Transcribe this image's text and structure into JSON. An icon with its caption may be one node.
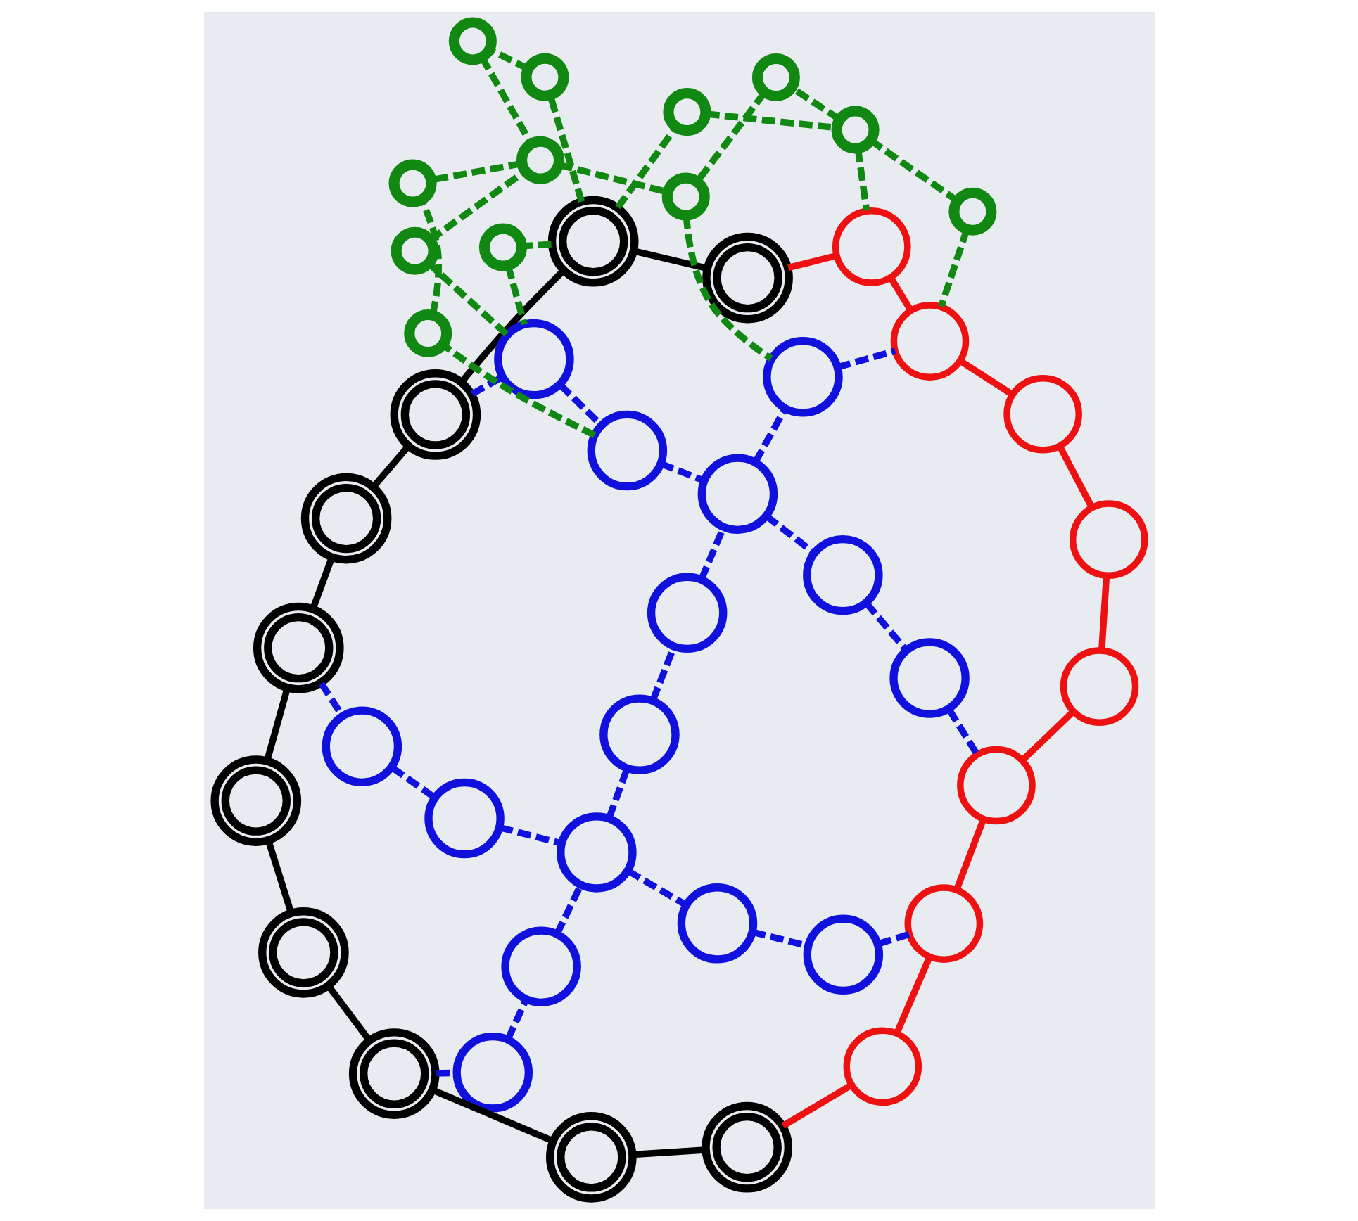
{
  "diagram": {
    "nodes": [
      {
        "text": [],
        "shape": "circle"
      },
      {
        "text": [],
        "shape": "circle"
      },
      {
        "text": [],
        "shape": "circle"
      },
      {
        "text": [],
        "shape": "circle"
      },
      {
        "text": [],
        "shape": "circle"
      },
      {
        "text": [],
        "shape": "circle"
      },
      {
        "text": [],
        "shape": "circle"
      },
      {
        "text": [],
        "shape": "circle"
      },
      {
        "text": [],
        "shape": "circle"
      },
      {
        "text": [],
        "shape": "circle"
      },
      {
        "text": [],
        "shape": "circle"
      },
      {
        "text": [],
        "shape": "circle"
      },
      {
        "text": [],
        "shape": "circle"
      },
      {
        "text": [],
        "shape": "circle"
      },
      {
        "text": [],
        "shape": "circle"
      },
      {
        "text": [],
        "shape": "circle"
      },
      {
        "text": [],
        "shape": "circle"
      },
      {
        "text": [],
        "shape": "circle"
      },
      {
        "text": [],
        "shape": "circle"
      },
      {
        "text": [],
        "shape": "circle"
      },
      {
        "text": [],
        "shape": "circle"
      },
      {
        "text": [],
        "shape": "circle"
      },
      {
        "text": [],
        "shape": "circle"
      },
      {
        "text": [],
        "shape": "circle"
      },
      {
        "text": [],
        "shape": "circle"
      },
      {
        "text": [],
        "shape": "circle"
      },
      {
        "text": [],
        "shape": "circle"
      },
      {
        "text": [],
        "shape": "circle"
      },
      {
        "text": [],
        "shape": "circle"
      },
      {
        "text": [],
        "shape": "circle"
      },
      {
        "text": [],
        "shape": "circle"
      },
      {
        "text": [],
        "shape": "circle"
      },
      {
        "text": [],
        "shape": "circle"
      },
      {
        "text": [],
        "shape": "circle"
      },
      {
        "text": [],
        "shape": "circle"
      },
      {
        "text": [],
        "shape": "circle"
      },
      {
        "text": [],
        "shape": "circle"
      },
      {
        "text": [],
        "shape": "circle"
      },
      {
        "text": [],
        "shape": "circle"
      },
      {
        "text": [],
        "shape": "circle"
      },
      {
        "text": [],
        "shape": "circle"
      },
      {
        "text": [],
        "shape": "circle"
      },
      {
        "text": [],
        "shape": "circle"
      },
      {
        "text": [],
        "shape": "circle"
      },
      {
        "text": [],
        "shape": "circle"
      }
    ],
    "edges": [
      {
        "from": 9,
        "to": 8,
        "arrow": "none",
        "color": "#000000"
      },
      {
        "from": 8,
        "to": 7,
        "arrow": "none",
        "color": "#000000"
      },
      {
        "from": 7,
        "to": 6,
        "arrow": "none",
        "color": "#000000"
      },
      {
        "from": 6,
        "to": 0,
        "arrow": "none",
        "color": "#000000"
      },
      {
        "from": 0,
        "to": 1,
        "arrow": "none",
        "color": "#000000"
      },
      {
        "from": 1,
        "to": 2,
        "arrow": "none",
        "color": "#000000"
      },
      {
        "from": 2,
        "to": 3,
        "arrow": "none",
        "color": "#000000"
      },
      {
        "from": 3,
        "to": 4,
        "arrow": "none",
        "color": "#000000"
      },
      {
        "from": 4,
        "to": 5,
        "arrow": "none",
        "color": "#000000"
      },
      {
        "from": 5,
        "to": 10,
        "arrow": "none",
        "color": "#ee1111"
      },
      {
        "from": 10,
        "to": 11,
        "arrow": "none",
        "color": "#ee1111"
      },
      {
        "from": 11,
        "to": 12,
        "arrow": "none",
        "color": "#ee1111"
      },
      {
        "from": 12,
        "to": 13,
        "arrow": "none",
        "color": "#ee1111"
      },
      {
        "from": 13,
        "to": 14,
        "arrow": "none",
        "color": "#ee1111"
      },
      {
        "from": 14,
        "to": 15,
        "arrow": "none",
        "color": "#ee1111"
      },
      {
        "from": 15,
        "to": 16,
        "arrow": "none",
        "color": "#ee1111"
      },
      {
        "from": 16,
        "to": 17,
        "arrow": "none",
        "color": "#ee1111"
      },
      {
        "from": 17,
        "to": 9,
        "arrow": "none",
        "color": "#ee1111"
      },
      {
        "from": 1,
        "to": 18,
        "arrow": "none",
        "style": "dashed"
      },
      {
        "from": 18,
        "to": 19,
        "arrow": "none",
        "style": "dashed"
      },
      {
        "from": 19,
        "to": 20,
        "arrow": "none",
        "style": "dashed"
      },
      {
        "from": 20,
        "to": 21,
        "arrow": "none",
        "style": "dashed"
      },
      {
        "from": 21,
        "to": 22,
        "arrow": "none",
        "style": "dashed"
      },
      {
        "from": 22,
        "to": 16,
        "arrow": "none",
        "style": "dashed"
      },
      {
        "from": 7,
        "to": 23,
        "arrow": "none",
        "style": "dashed"
      },
      {
        "from": 23,
        "to": 24,
        "arrow": "none",
        "style": "dashed"
      },
      {
        "from": 24,
        "to": 20,
        "arrow": "none",
        "style": "dashed"
      },
      {
        "from": 20,
        "to": 25,
        "arrow": "none",
        "style": "dashed"
      },
      {
        "from": 25,
        "to": 26,
        "arrow": "none",
        "style": "dashed"
      },
      {
        "from": 26,
        "to": 27,
        "arrow": "none",
        "style": "dashed"
      },
      {
        "from": 27,
        "to": 28,
        "arrow": "none",
        "style": "dashed"
      },
      {
        "from": 28,
        "to": 11,
        "arrow": "none",
        "style": "dashed"
      },
      {
        "from": 3,
        "to": 29,
        "arrow": "none",
        "style": "dashed"
      },
      {
        "from": 29,
        "to": 30,
        "arrow": "none",
        "style": "dashed"
      },
      {
        "from": 30,
        "to": 27,
        "arrow": "none",
        "style": "dashed"
      },
      {
        "from": 27,
        "to": 31,
        "arrow": "none",
        "style": "dashed"
      },
      {
        "from": 31,
        "to": 32,
        "arrow": "none",
        "style": "dashed"
      },
      {
        "from": 32,
        "to": 15,
        "arrow": "none",
        "style": "dashed"
      },
      {
        "from": 4,
        "to": 33,
        "arrow": "none",
        "style": "dashed",
        "color": "#118811"
      },
      {
        "from": 33,
        "to": 29,
        "arrow": "none",
        "style": "dashed",
        "color": "#118811"
      },
      {
        "from": 4,
        "to": 34,
        "arrow": "none",
        "style": "dashed",
        "color": "#118811"
      },
      {
        "from": 34,
        "to": 36,
        "arrow": "none",
        "style": "dashed",
        "color": "#118811"
      },
      {
        "from": 4,
        "to": 37,
        "arrow": "none",
        "style": "dashed",
        "color": "#118811"
      },
      {
        "from": 37,
        "to": 38,
        "arrow": "none",
        "style": "dashed",
        "color": "#118811"
      },
      {
        "from": 38,
        "to": 10,
        "arrow": "none",
        "style": "dashed",
        "color": "#118811"
      },
      {
        "from": 29,
        "to": 35,
        "arrow": "none",
        "style": "dashed",
        "color": "#118811"
      },
      {
        "from": 35,
        "to": 39,
        "arrow": "none",
        "style": "dashed",
        "color": "#118811"
      },
      {
        "from": 36,
        "to": 39,
        "arrow": "none",
        "style": "dashed",
        "color": "#118811"
      },
      {
        "from": 39,
        "to": 42,
        "arrow": "none",
        "style": "dashed",
        "color": "#118811"
      },
      {
        "from": 39,
        "to": 43,
        "arrow": "none",
        "style": "dashed",
        "color": "#118811"
      },
      {
        "from": 38,
        "to": 40,
        "arrow": "none",
        "style": "dashed",
        "color": "#118811"
      },
      {
        "from": 40,
        "to": 43,
        "arrow": "none",
        "style": "dashed",
        "color": "#118811"
      },
      {
        "from": 38,
        "to": 44,
        "arrow": "none",
        "style": "dashed",
        "color": "#118811"
      },
      {
        "from": 44,
        "to": 11,
        "arrow": "none",
        "style": "dashed",
        "color": "#118811"
      },
      {
        "from": 43,
        "to": 28,
        "arrow": "none",
        "style": "dashed",
        "color": "#118811"
      },
      {
        "from": 30,
        "to": 41,
        "arrow": "none",
        "style": "dashed",
        "color": "#118811"
      },
      {
        "from": 41,
        "to": 42,
        "arrow": "none",
        "style": "dashed",
        "color": "#118811"
      }
    ]
  }
}
